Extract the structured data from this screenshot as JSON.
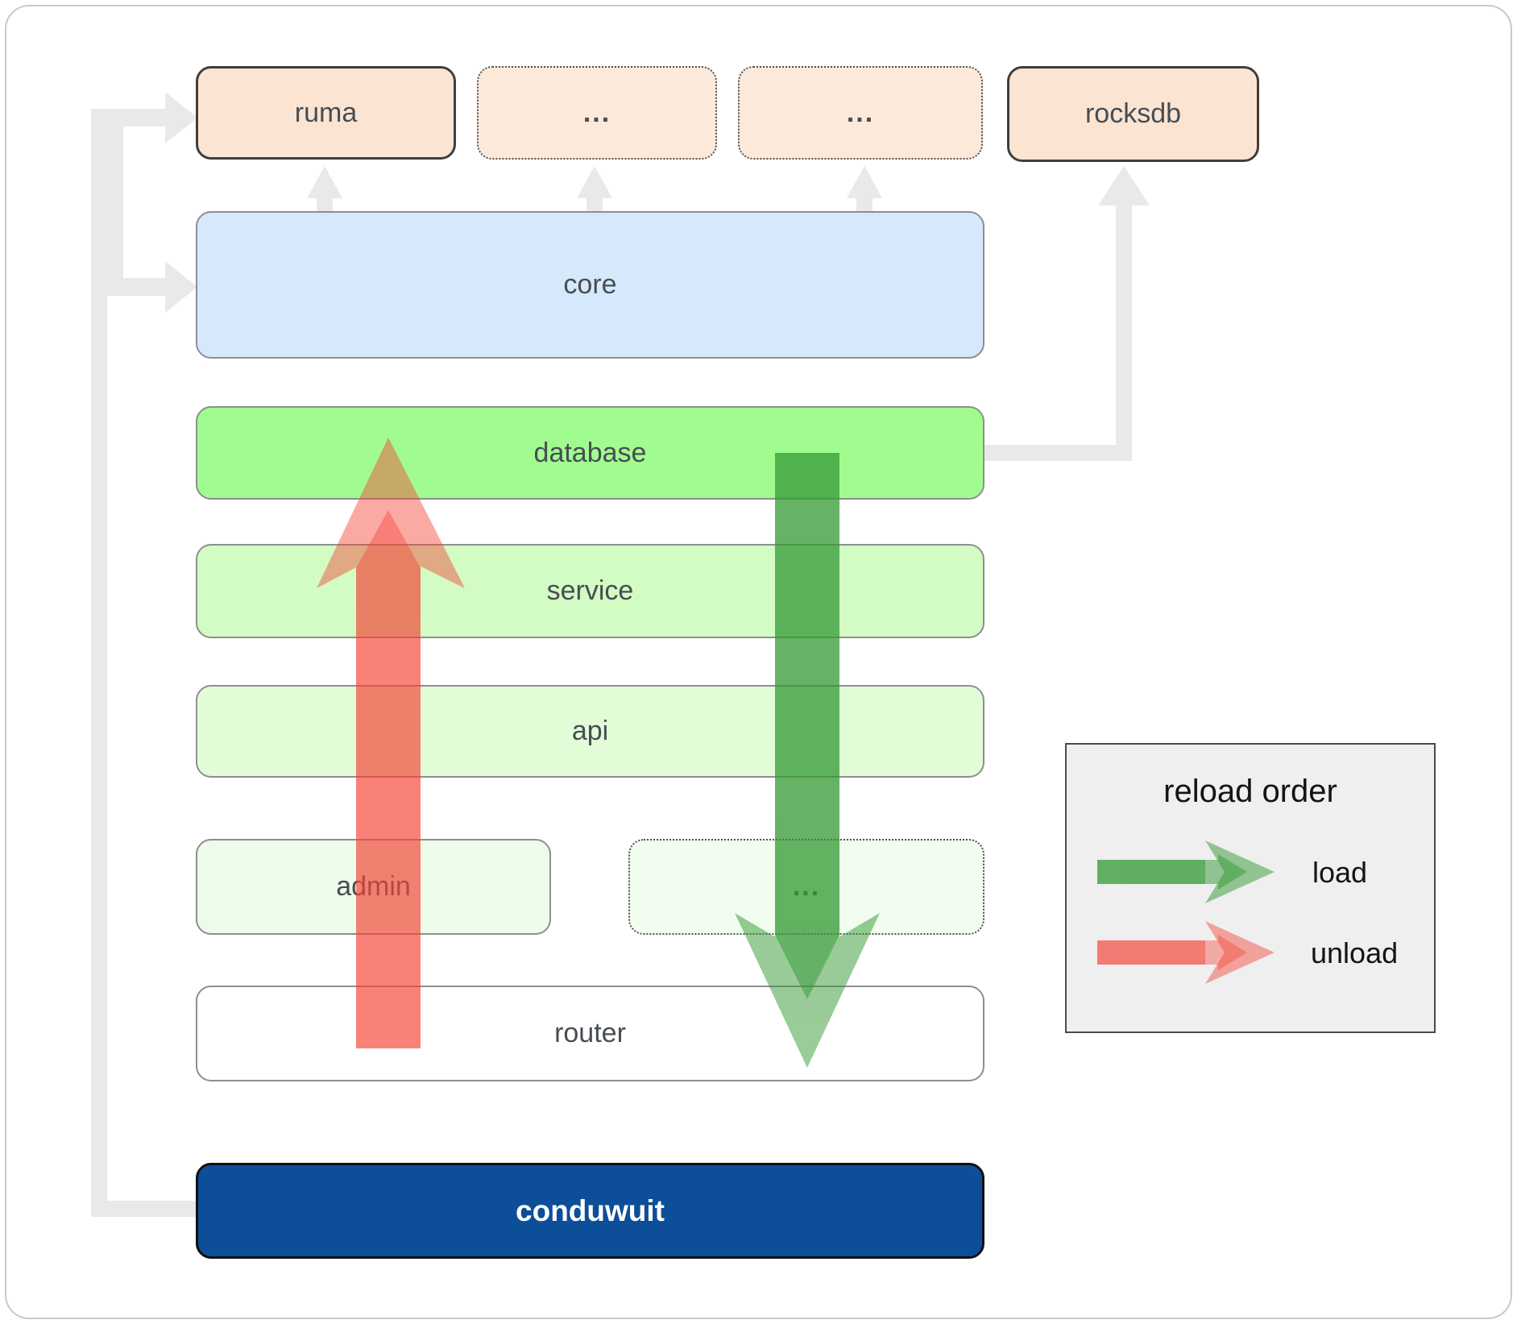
{
  "diagram": {
    "layers": {
      "ruma": "ruma",
      "ext1": "...",
      "ext2": "...",
      "rocksdb": "rocksdb",
      "core": "core",
      "database": "database",
      "service": "service",
      "api": "api",
      "admin": "admin",
      "admin_sibling": "...",
      "router": "router",
      "conduwuit": "conduwuit"
    }
  },
  "legend": {
    "title": "reload order",
    "load_label": "load",
    "unload_label": "unload"
  },
  "colors": {
    "load_green": "#339933",
    "unload_red": "#f44336",
    "connector_gray": "#e9e9e9",
    "conduwuit_blue": "#0d4e98",
    "core_blue": "#d6e8fb",
    "database_green": "#a1fc90",
    "service_green": "#d3fcc5",
    "api_green": "#e2fcd8",
    "admin_green": "#ecfce9",
    "external_peach": "#fce4d2"
  }
}
